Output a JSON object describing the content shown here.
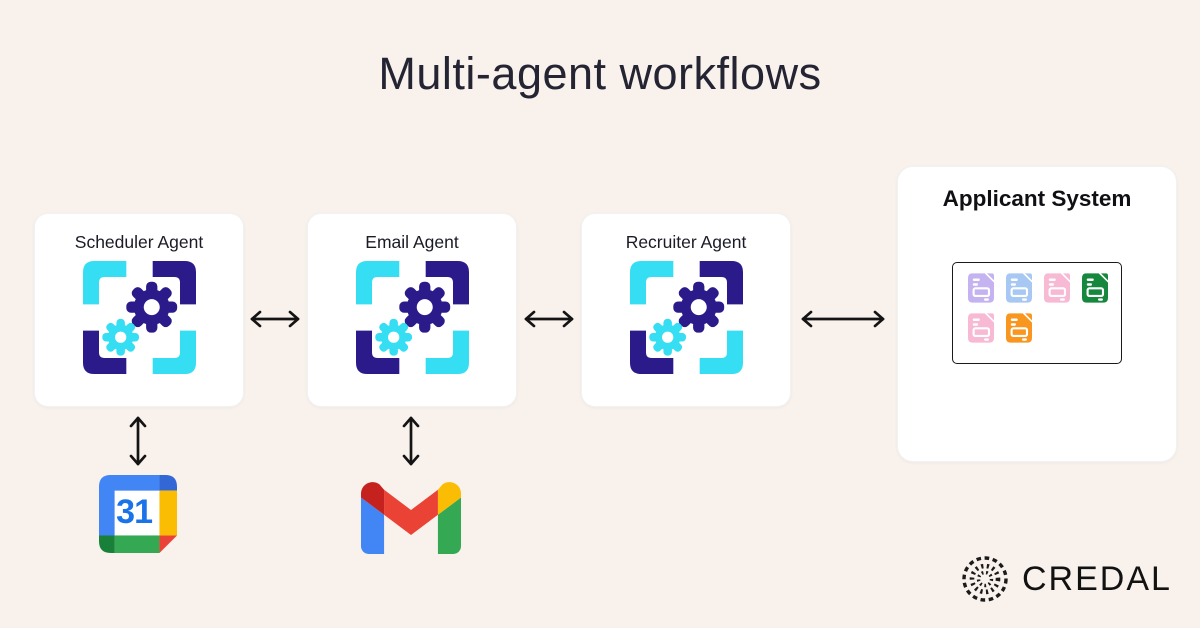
{
  "title": "Multi-agent workflows",
  "agents": [
    {
      "label": "Scheduler Agent"
    },
    {
      "label": "Email Agent"
    },
    {
      "label": "Recruiter Agent"
    }
  ],
  "applicant_system": {
    "title": "Applicant System",
    "documents": [
      {
        "name": "doc-lavender",
        "color": "#c4b3f0"
      },
      {
        "name": "doc-blue",
        "color": "#a6c8f2"
      },
      {
        "name": "doc-pink",
        "color": "#f8b9d4"
      },
      {
        "name": "doc-green",
        "color": "#15883e"
      },
      {
        "name": "doc-pink-2",
        "color": "#f8b9d4"
      },
      {
        "name": "doc-orange",
        "color": "#f8961f"
      }
    ]
  },
  "calendar": {
    "day": "31"
  },
  "brand": {
    "wordmark": "CREDAL"
  },
  "colors": {
    "background": "#f8f1ec",
    "agent_navy": "#2b1b8a",
    "agent_cyan": "#35def2",
    "arrow": "#141414",
    "gcal_blue": "#4285f4",
    "gcal_dark_blue": "#3367d6",
    "gcal_yellow": "#fbbc04",
    "gcal_green": "#34a853",
    "gcal_dark_green": "#188038",
    "gcal_red": "#ea4335",
    "gmail_red": "#ea4335"
  }
}
